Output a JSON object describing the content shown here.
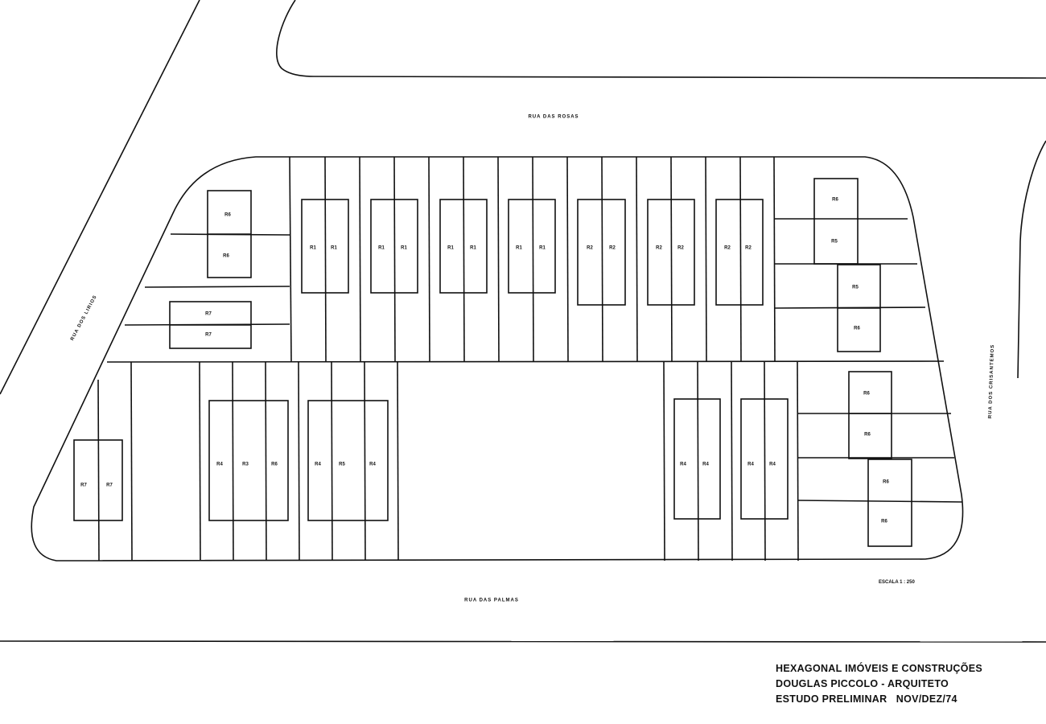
{
  "streets": {
    "top": "RUA DAS ROSAS",
    "bottom": "RUA DAS PALMAS",
    "left": "RUA DOS LIRIOS",
    "right": "RUA DOS CRISANTEMOS"
  },
  "scale": "ESCALA 1 : 250",
  "title_block": {
    "line1": "HEXAGONAL IMÓVEIS E CONSTRUÇÕES",
    "line2": "DOUGLAS PICCOLO - ARQUITETO",
    "line3": "ESTUDO PRELIMINAR   NOV/DEZ/74"
  },
  "units": {
    "top_left": [
      "R6",
      "R6",
      "R7",
      "R7"
    ],
    "top_middle": [
      "R1",
      "R1",
      "R1",
      "R1",
      "R1",
      "R1",
      "R1",
      "R1",
      "R2",
      "R2",
      "R2",
      "R2",
      "R2",
      "R2"
    ],
    "top_right": [
      "R6",
      "R5",
      "R5",
      "R6"
    ],
    "bottom_left": [
      "R7",
      "R7"
    ],
    "bottom_middle": [
      "R4",
      "R3",
      "R6",
      "R4",
      "R5",
      "R4"
    ],
    "bottom_right_pairs": [
      "R4",
      "R4",
      "R4",
      "R4"
    ],
    "bottom_right": [
      "R6",
      "R6",
      "R6",
      "R6"
    ]
  }
}
